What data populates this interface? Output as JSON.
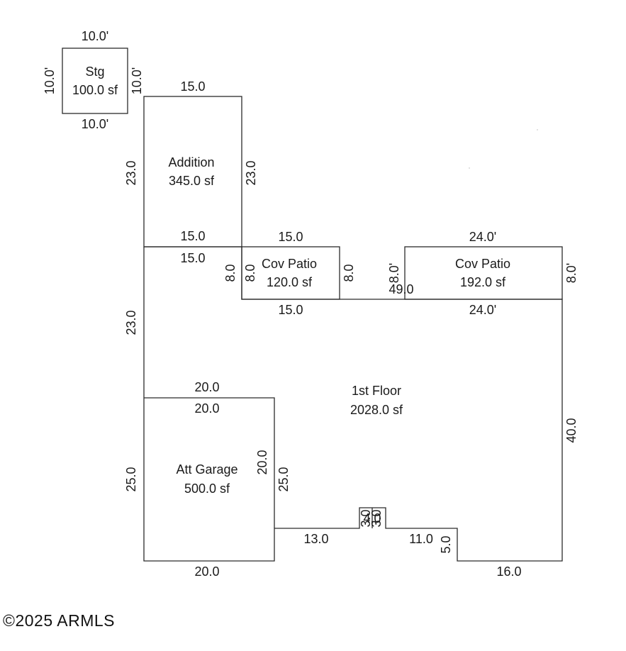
{
  "rooms": {
    "storage": {
      "name": "Stg",
      "area": "100.0 sf"
    },
    "addition": {
      "name": "Addition",
      "area": "345.0 sf"
    },
    "cov_patio_left": {
      "name": "Cov Patio",
      "area": "120.0 sf"
    },
    "cov_patio_right": {
      "name": "Cov Patio",
      "area": "192.0 sf"
    },
    "first_floor": {
      "name": "1st Floor",
      "area": "2028.0 sf"
    },
    "att_garage": {
      "name": "Att Garage",
      "area": "500.0 sf"
    }
  },
  "dimensions": {
    "stg_top": "10.0'",
    "stg_bottom": "10.0'",
    "stg_left": "10.0'",
    "stg_right": "10.0'",
    "addition_top": "15.0",
    "addition_left": "23.0",
    "addition_right": "23.0",
    "addition_bottom": "15.0",
    "floor_left_top_width": "15.0",
    "floor_left_upper": "23.0",
    "floor_step_8": "8.0",
    "patio_left_top": "15.0",
    "patio_left_bottom": "15.0",
    "patio_left_left": "8.0",
    "patio_left_right": "8.0",
    "patio_right_top": "24.0'",
    "patio_right_bottom": "24.0'",
    "patio_right_left": "8.0'",
    "patio_right_right": "8.0'",
    "floor_span_49": "49.0",
    "floor_right": "40.0",
    "garage_top_outer": "20.0",
    "garage_top_inner": "20.0",
    "garage_bottom": "20.0",
    "garage_left": "25.0",
    "garage_right_inner": "20.0",
    "garage_right_outer": "25.0",
    "floor_bottom_13": "13.0",
    "floor_bottom_11": "11.0",
    "floor_step_5": "5.0",
    "floor_bottom_16": "16.0",
    "notch_a": "3.0",
    "notch_b": "4.0",
    "notch_c": "3.0"
  },
  "copyright": "2025 ARMLS",
  "colors": {
    "line": "#2b2b2b",
    "text": "#1a1a1a",
    "background": "#ffffff"
  }
}
